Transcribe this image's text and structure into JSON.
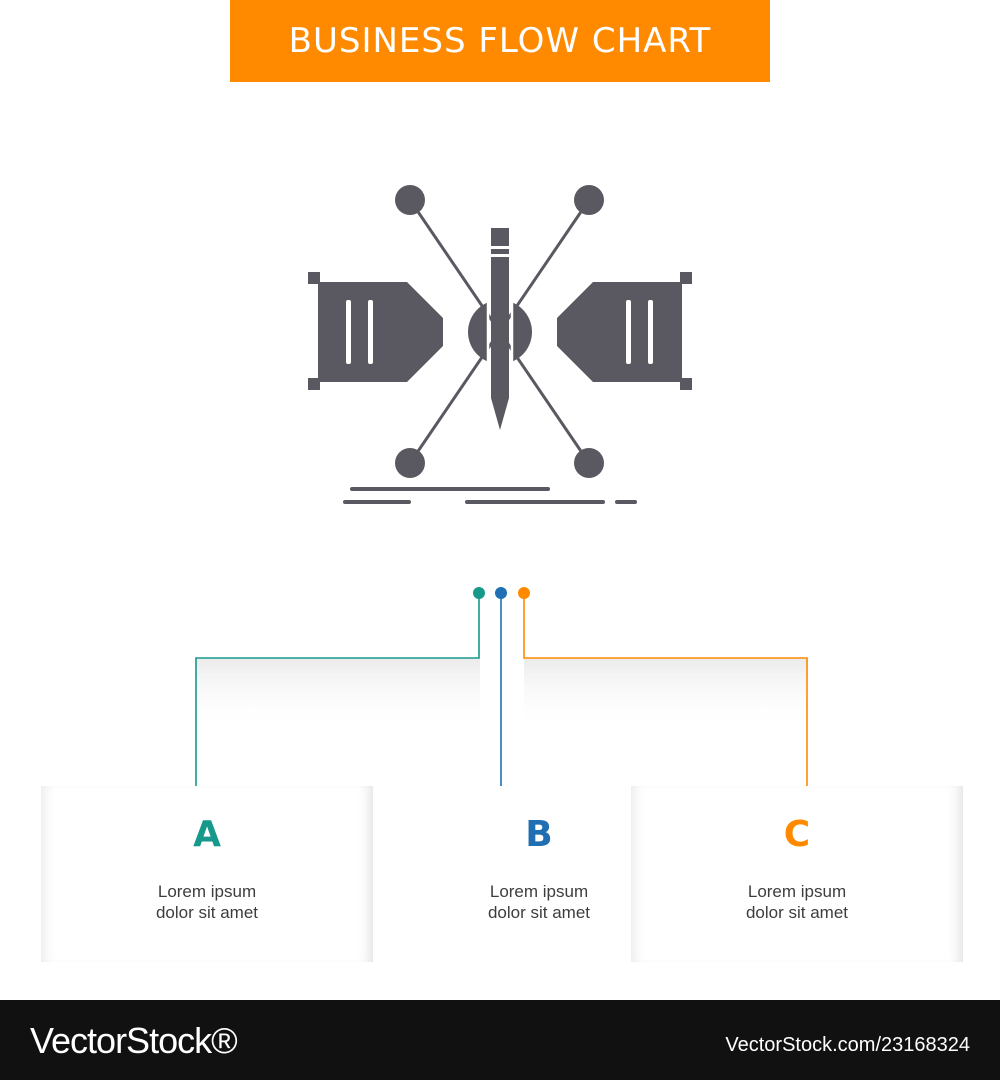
{
  "title": "BUSINESS FLOW CHART",
  "icon": "vector-pen-bezier-icon",
  "colors": {
    "banner": "#ff8a00",
    "icon": "#5a5961",
    "teal": "#16998b",
    "blue": "#1f6fb2",
    "orange": "#ff8a00",
    "footer": "#111111"
  },
  "steps": [
    {
      "letter": "A",
      "text": "Lorem ipsum\ndolor sit amet",
      "color": "#16998b"
    },
    {
      "letter": "B",
      "text": "Lorem ipsum\ndolor sit amet",
      "color": "#1f6fb2"
    },
    {
      "letter": "C",
      "text": "Lorem ipsum\ndolor sit amet",
      "color": "#ff8a00"
    }
  ],
  "footer": {
    "logo": "VectorStock®",
    "image_id": "VectorStock.com/23168324"
  }
}
